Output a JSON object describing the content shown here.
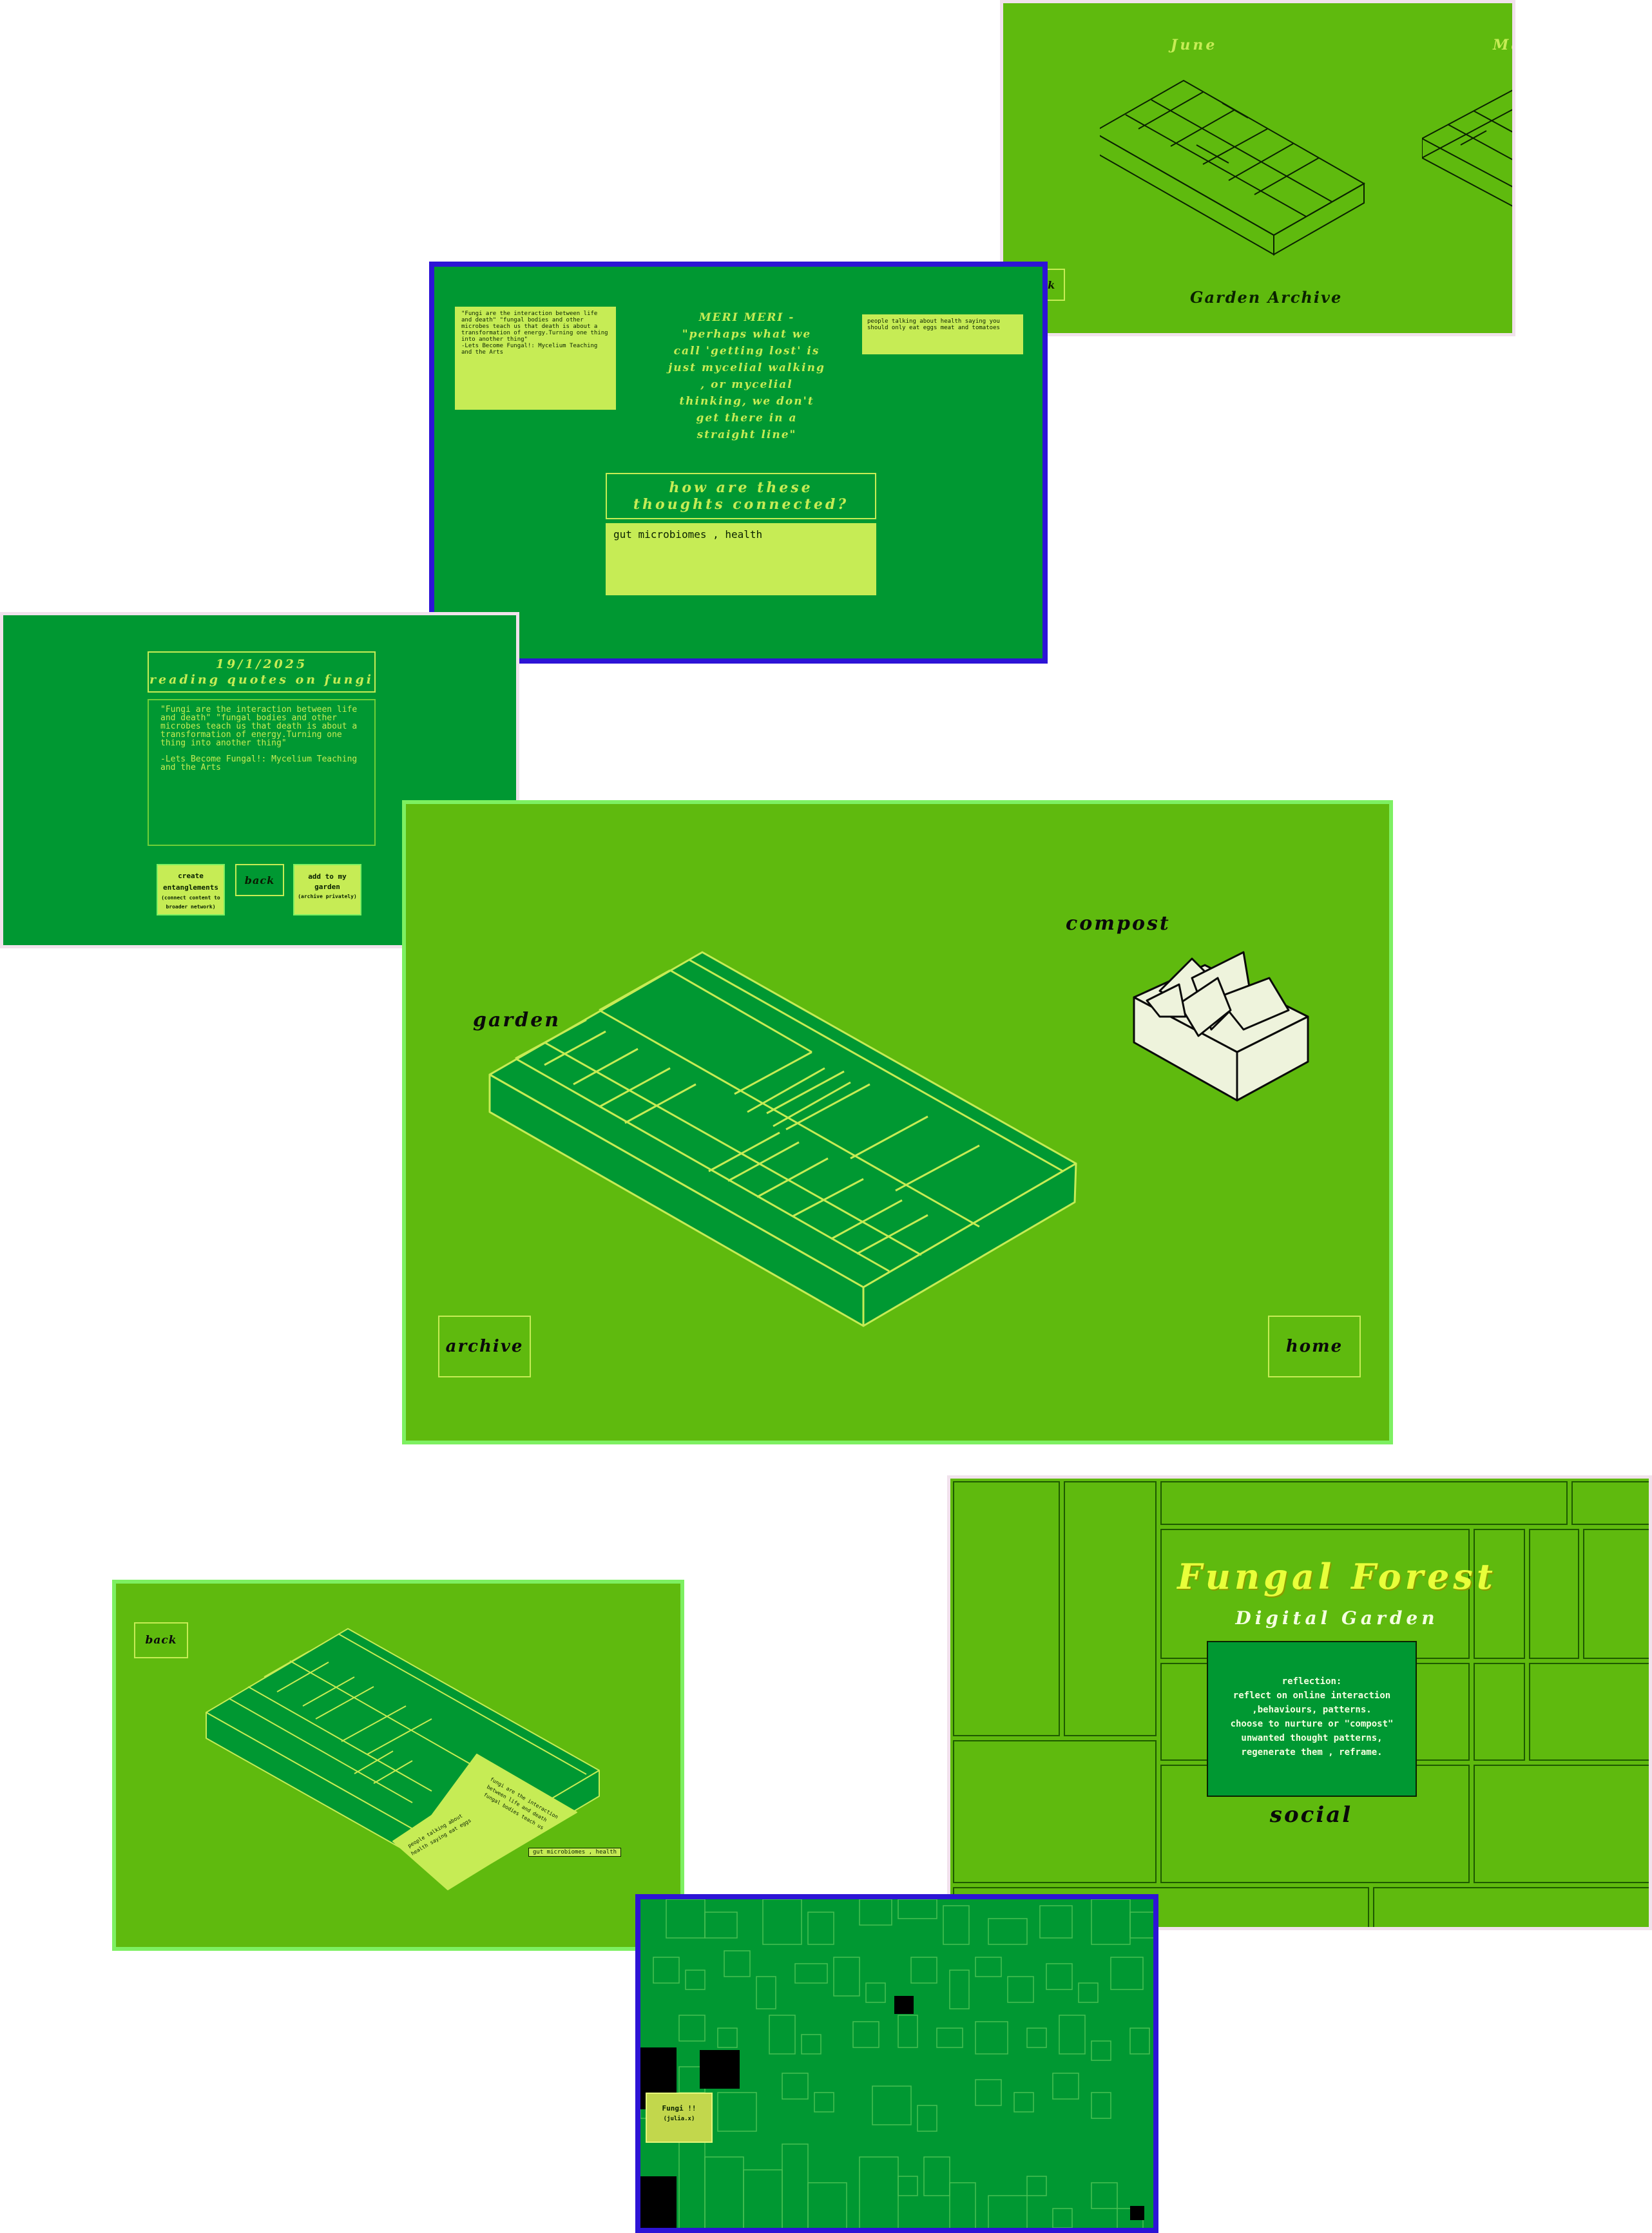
{
  "archive_panel": {
    "month_1": "June",
    "month_2": "Ma",
    "back_label": "back",
    "title": "Garden Archive"
  },
  "prompt_panel": {
    "note_left": "\"Fungi are the interaction between life and death\" \"fungal bodies and other microbes teach us that death is about a transformation of energy.Turning one thing into another thing\"\n-Lets Become Fungal!: Mycelium Teaching and the Arts",
    "note_right": "people talking about health saying you should only eat eggs meat and tomatoes",
    "quote": "MERI MERI - \"perhaps what we call 'getting lost' is just mycelial walking , or mycelial thinking, we don't get there in a straight line\"",
    "question": "how are these thoughts connected?",
    "answer": "gut microbiomes , health"
  },
  "reading_panel": {
    "heading_line1": "19/1/2025",
    "heading_line2": "reading quotes on fungi",
    "quote_body": "\"Fungi are the interaction between life and death\" \"fungal bodies and other microbes teach us that death is about a transformation of energy.Turning one thing into another thing\"",
    "quote_source": "-Lets Become Fungal!: Mycelium Teaching and the Arts",
    "create_title": "create entanglements",
    "create_sub": "(connect content to broader network)",
    "back_label": "back",
    "add_title": "add to my garden",
    "add_sub": "(archive privately)"
  },
  "garden_panel": {
    "garden_label": "garden",
    "compost_label": "compost",
    "archive_label": "archive",
    "home_label": "home"
  },
  "back_panel": {
    "back_label": "back",
    "tag_label": "gut microbiomes , health"
  },
  "home_panel": {
    "title": "Fungal Forest",
    "subtitle": "Digital Garden",
    "reflection": "reflection:\nreflect on online interaction ,behaviours, patterns.\nchoose to nurture or \"compost\" unwanted thought patterns, regenerate them , reframe.",
    "social_label": "social"
  },
  "network_panel": {
    "node_title": "Fungi !!",
    "node_sub": "(julia.x)"
  },
  "colors": {
    "bright_green": "#5fba0e",
    "dark_green": "#009832",
    "pale_lime": "#c6ec55",
    "frame_blue": "#2d14d6",
    "frame_lime": "#7df061"
  }
}
